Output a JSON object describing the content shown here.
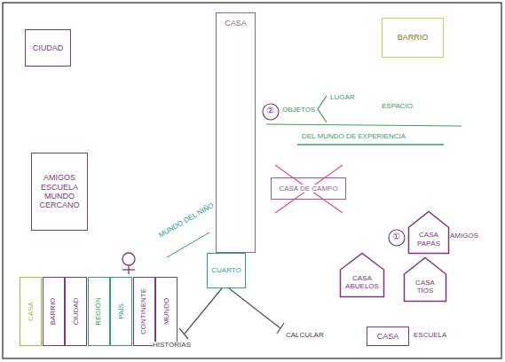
{
  "diagram": {
    "nodes": [
      {
        "text": [
          "CIUDAD"
        ]
      },
      {
        "text": [
          "CASA"
        ]
      },
      {
        "text": [
          "BARRIO"
        ]
      },
      {
        "text": [
          "CASA DE CAMPO"
        ]
      },
      {
        "text": [
          "AMIGOS ESCUELA MUNDO CERCANO"
        ]
      },
      {
        "text": [
          "CASA PAPÁS"
        ]
      },
      {
        "text": [
          "CUARTO"
        ]
      },
      {
        "text": [
          "CASA ABUELOS"
        ]
      },
      {
        "text": [
          "CASA TÍOS"
        ]
      },
      {
        "text": [
          "CASA"
        ]
      },
      {
        "text": [
          "BARRIO"
        ]
      },
      {
        "text": [
          "CIUDAD"
        ]
      },
      {
        "text": [
          "REGIÓN"
        ]
      },
      {
        "text": [
          "PAÍS"
        ]
      },
      {
        "text": [
          "CONTINENTE"
        ]
      },
      {
        "text": [
          "MUNDO"
        ]
      },
      {
        "text": [
          "CASA"
        ]
      }
    ],
    "labels": [
      "②",
      "OBJETOS",
      "LUGAR",
      "ESPACIO",
      "DEL MUNDO DE EXPERIENCIA",
      "①",
      "AMIGOS",
      "MUNDO DEL NIÑO",
      "HISTORIAS",
      "CALCULAR",
      "ESCUELA"
    ]
  }
}
